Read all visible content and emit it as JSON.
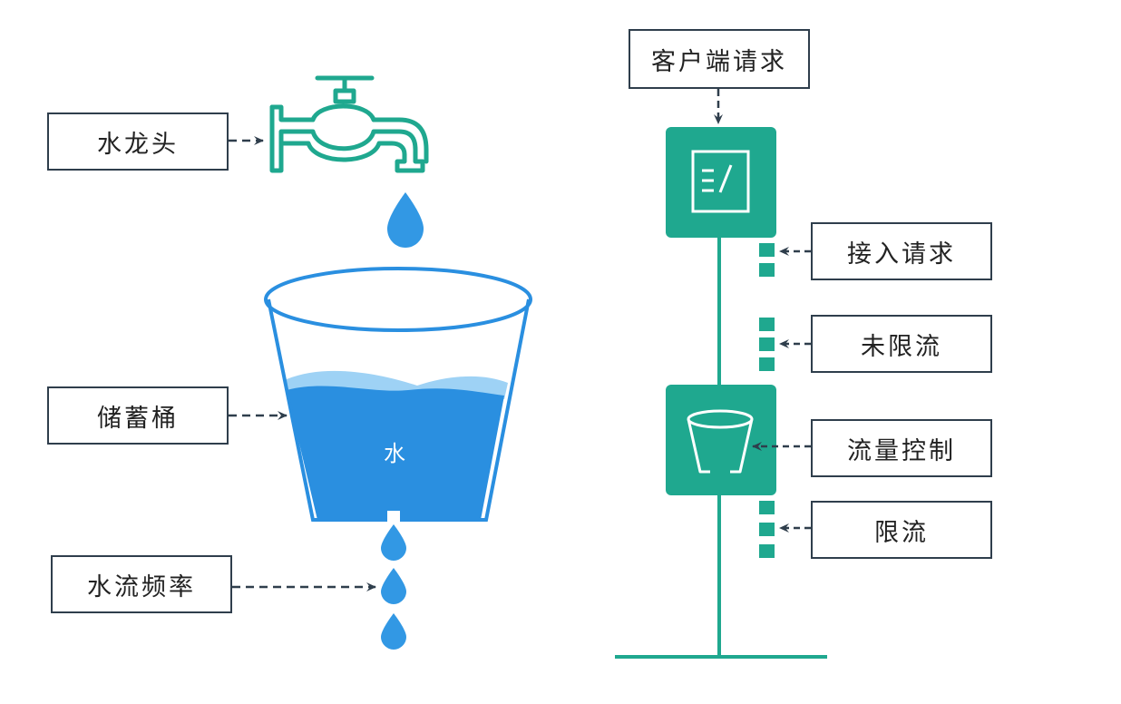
{
  "colors": {
    "teal": "#1fa88f",
    "water_dark": "#2a8fe0",
    "water_light": "#9ed2f5",
    "drop": "#3298e4",
    "bucket_outline": "#2a8fe0",
    "label_border": "#2f3e4c",
    "arrow": "#2f3e4c"
  },
  "left": {
    "faucet_label": "水龙头",
    "bucket_label": "储蓄桶",
    "flow_label": "水流频率",
    "water_text": "水"
  },
  "right": {
    "client_label": "客户端请求",
    "accept_label": "接入请求",
    "unlimited_label": "未限流",
    "flow_control_label": "流量控制",
    "limited_label": "限流"
  },
  "icons": [
    "faucet-icon",
    "water-drop-icon",
    "bucket-icon",
    "document-icon",
    "bucket-outline-icon",
    "request-packet-icon"
  ]
}
